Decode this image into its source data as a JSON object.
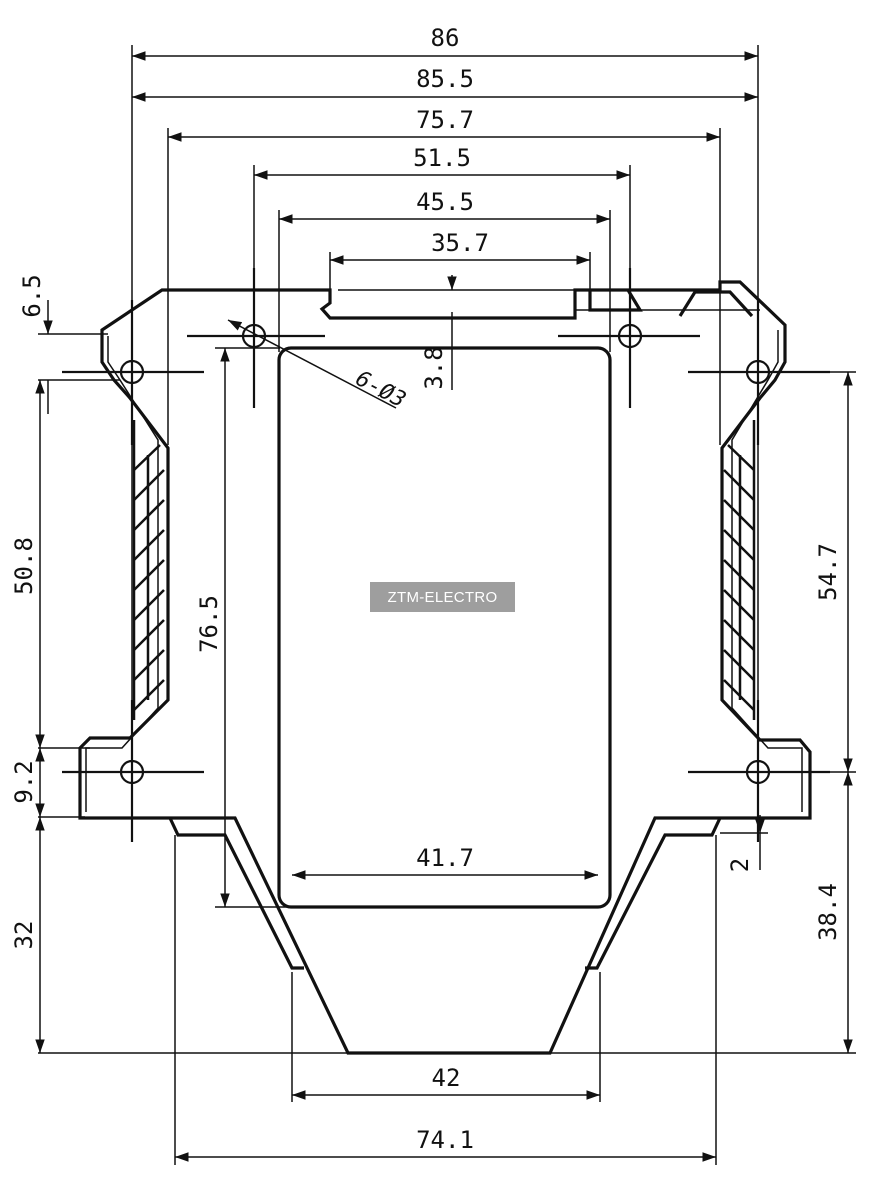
{
  "dimensions": {
    "top": [
      "86",
      "85.5",
      "75.7",
      "51.5",
      "45.5",
      "35.7"
    ],
    "inner_width": "41.7",
    "bottom_inner": "42",
    "bottom_outer": "74.1",
    "left": [
      "6.5",
      "50.8",
      "9.2",
      "32"
    ],
    "inner_height": "76.5",
    "slot_depth": "3.8",
    "right": [
      "54.7",
      "38.4"
    ],
    "step": "2"
  },
  "hole_callout": "6-Ø3",
  "watermark": "ZTM-ELECTRO"
}
